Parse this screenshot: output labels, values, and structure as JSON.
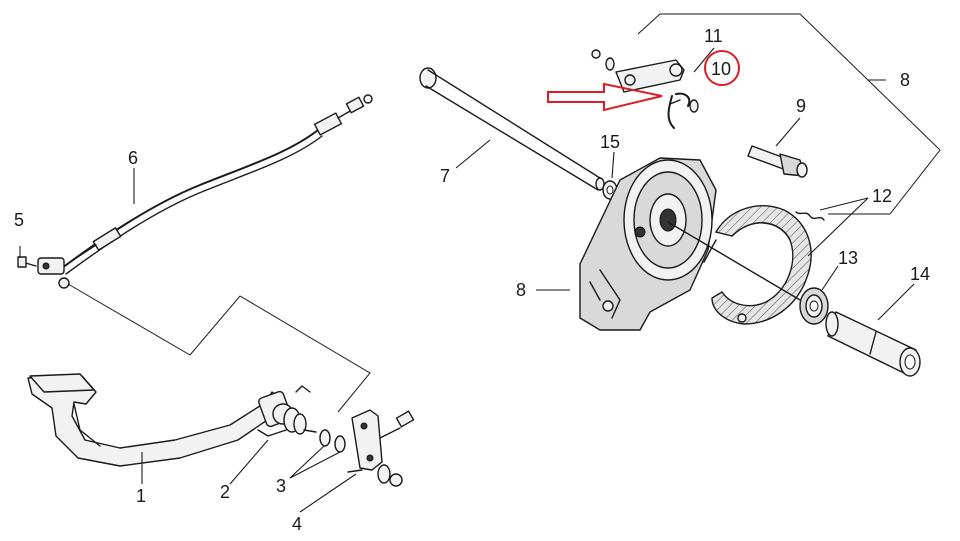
{
  "diagram": {
    "labels": {
      "l1": "1",
      "l2": "2",
      "l3": "3",
      "l4": "4",
      "l5": "5",
      "l6": "6",
      "l7": "7",
      "l8a": "8",
      "l8b": "8",
      "l9": "9",
      "l10": "10",
      "l11": "11",
      "l12": "12",
      "l13": "13",
      "l14": "14",
      "l15": "15"
    },
    "highlight": {
      "color": "#e01b24",
      "target": "10"
    }
  }
}
